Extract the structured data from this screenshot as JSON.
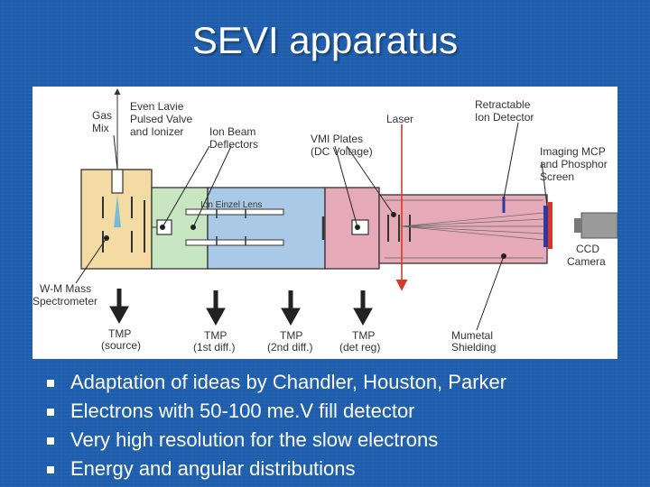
{
  "slide": {
    "title": "SEVI apparatus"
  },
  "diagram": {
    "labels": {
      "gas_mix": [
        "Gas",
        "Mix"
      ],
      "even_lavie": [
        "Even Lavie",
        "Pulsed Valve",
        "and Ionizer"
      ],
      "ion_beam_deflectors": [
        "Ion Beam",
        "Deflectors"
      ],
      "vmi_plates": [
        "VMI Plates",
        "(DC Voltage)"
      ],
      "laser": "Laser",
      "retractable_detector": [
        "Retractable",
        "Ion Detector"
      ],
      "imaging_mcp": [
        "Imaging MCP",
        "and Phosphor",
        "Screen"
      ],
      "ion_einzel_lens": "Ion Einzel Lens",
      "ccd_camera": [
        "CCD",
        "Camera"
      ],
      "wm_mass_spec": [
        "W-M Mass",
        "Spectrometer"
      ],
      "tmp_source": [
        "TMP",
        "(source)"
      ],
      "tmp_1st": [
        "TMP",
        "(1st diff.)"
      ],
      "tmp_2nd": [
        "TMP",
        "(2nd diff.)"
      ],
      "tmp_det": [
        "TMP",
        "(det reg)"
      ],
      "mumetal": [
        "Mumetal",
        "Shielding"
      ]
    },
    "colors": {
      "source_region": "#f3dba3",
      "first_diff_region": "#c8e6c2",
      "second_diff_region": "#a9c9e6",
      "detector_region": "#e5a9b7",
      "laser": "#d23b2a",
      "mcp_red": "#d9352b",
      "mcp_blue": "#2b3aa0",
      "outline": "#333333"
    }
  },
  "bullets": [
    "Adaptation of ideas by Chandler, Houston, Parker",
    "Electrons with 50-100 me.V fill detector",
    "Very high resolution for the slow electrons",
    "Energy and angular distributions"
  ]
}
